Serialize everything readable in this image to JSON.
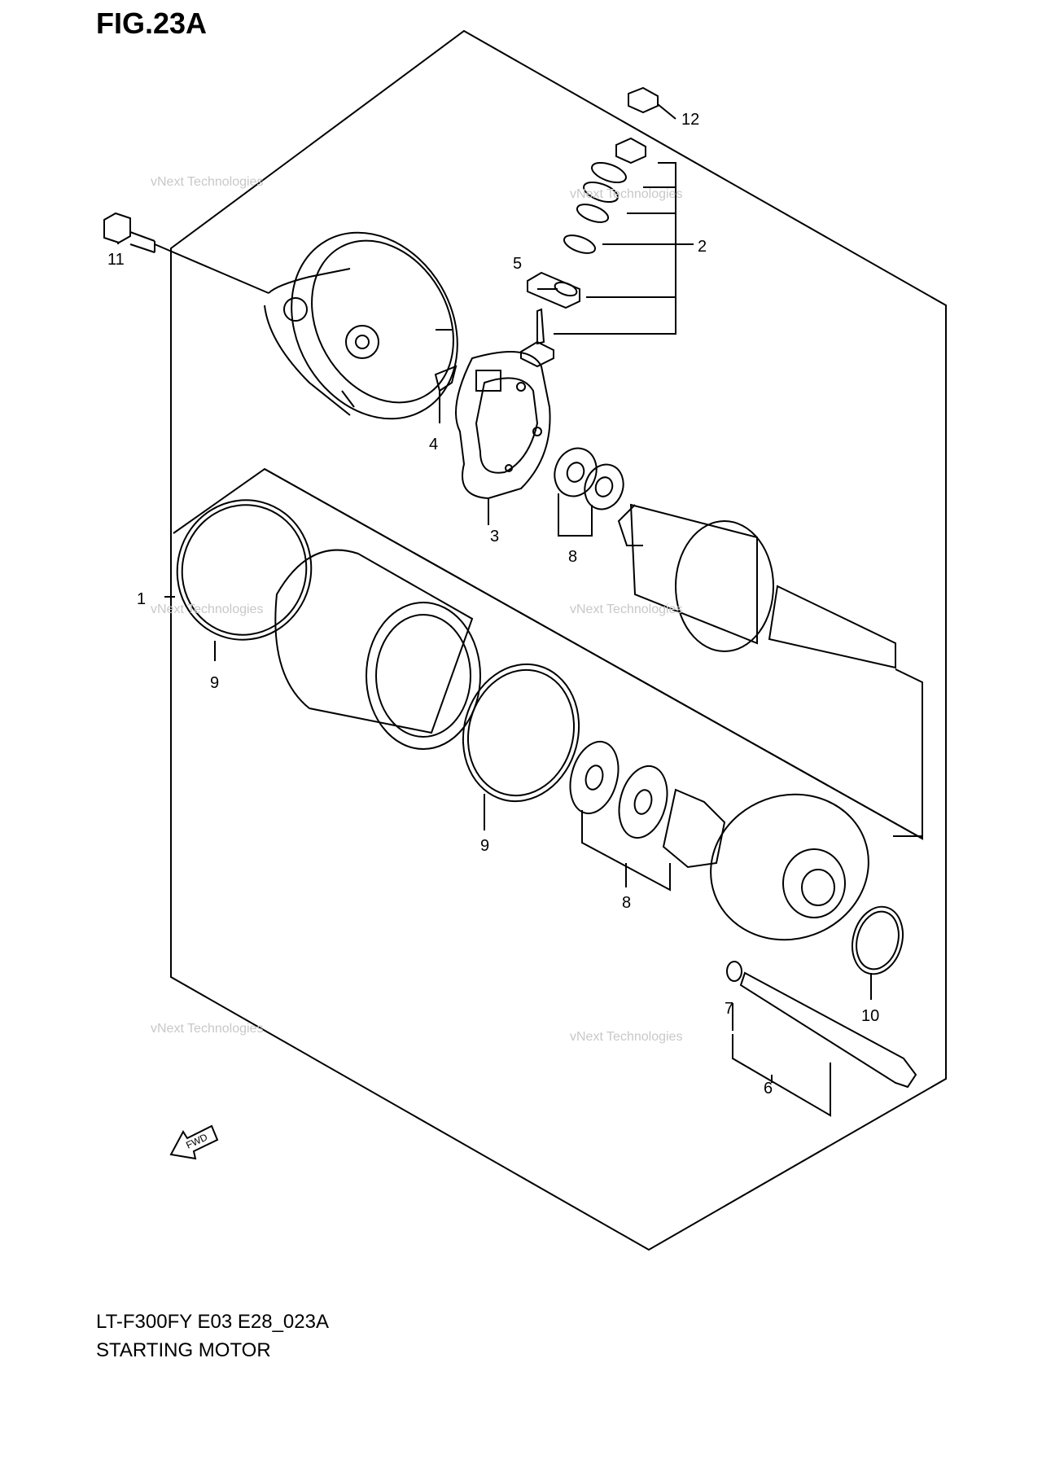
{
  "figure": {
    "title": "FIG.23A",
    "model_code": "LT-F300FY E03 E28_023A",
    "caption": "STARTING MOTOR"
  },
  "callouts": [
    "1",
    "2",
    "3",
    "4",
    "5",
    "6",
    "7",
    "8",
    "8",
    "9",
    "9",
    "10",
    "11",
    "12"
  ],
  "fwd_label": "FWD",
  "watermark": {
    "line1": "vNext Technologies",
    "line2": "Technologies",
    "line3": "vNext"
  }
}
